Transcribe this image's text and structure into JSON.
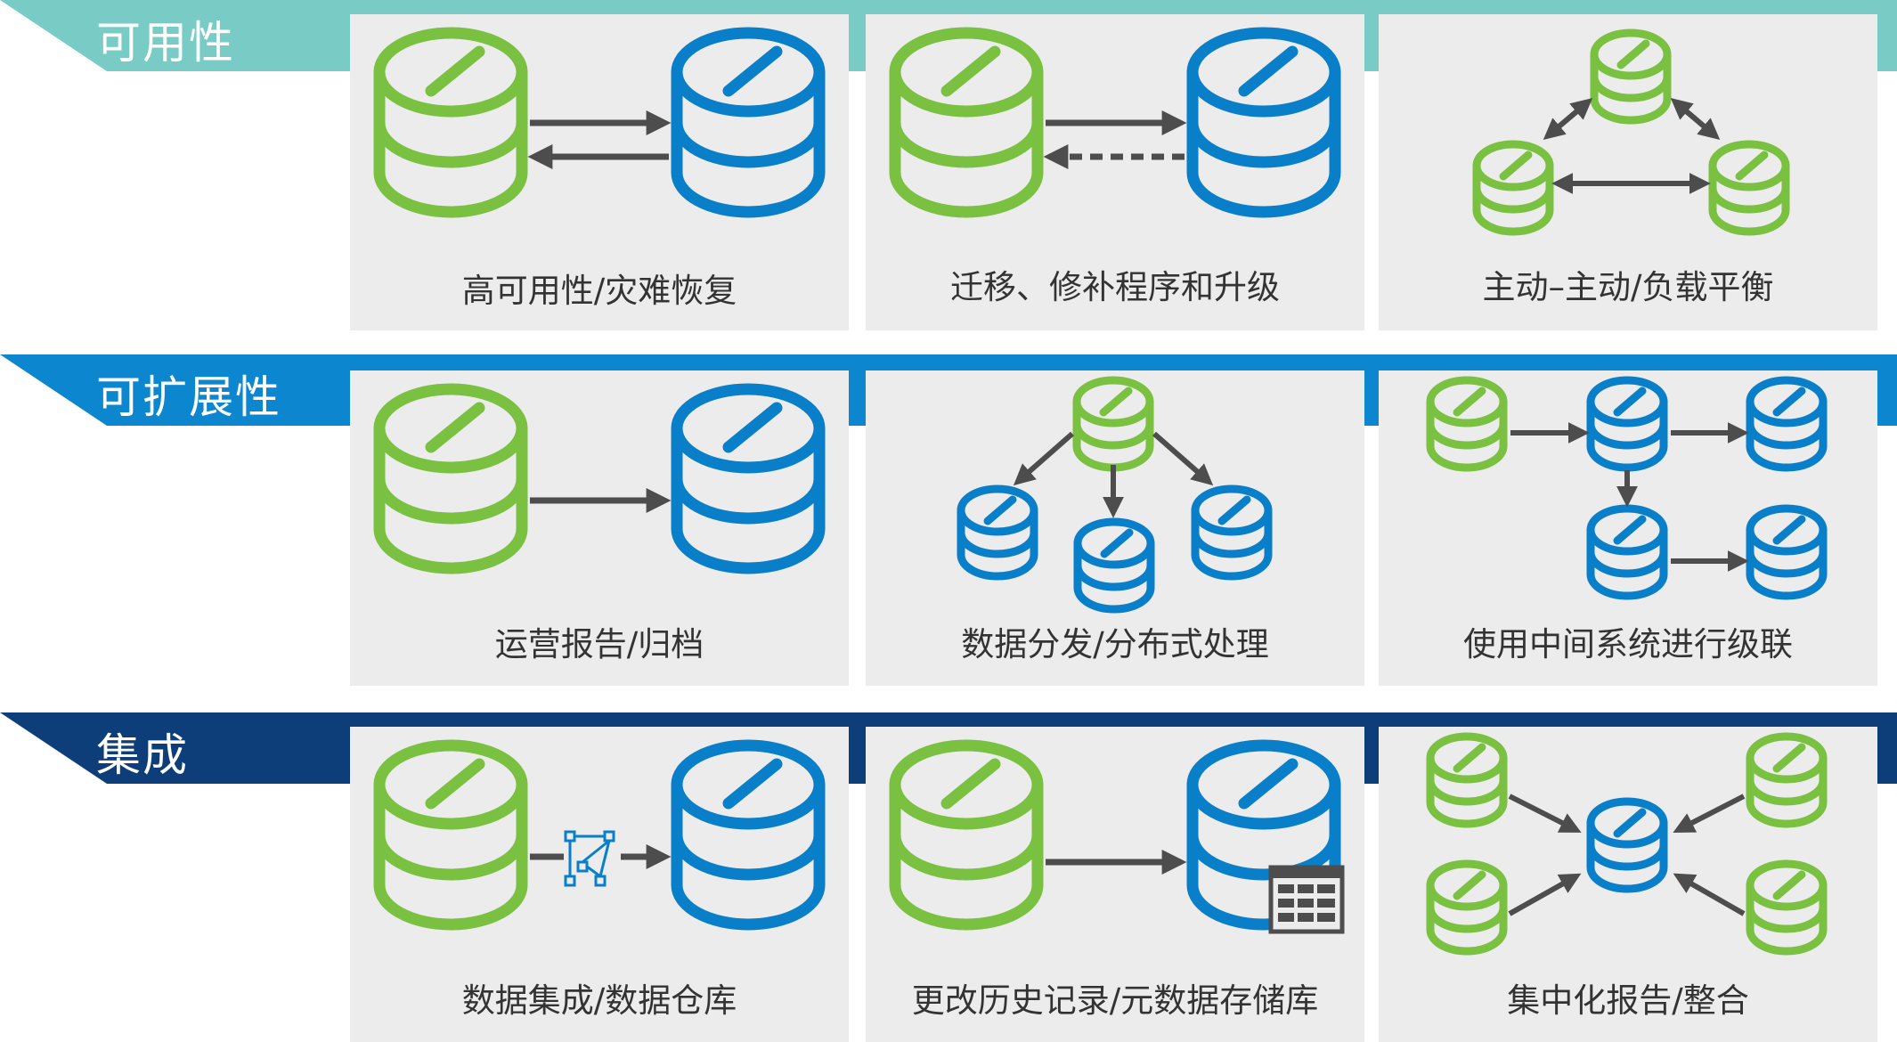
{
  "colors": {
    "availability": "#79ccc6",
    "scalability": "#0c86cf",
    "integration": "#0d3e7a",
    "green": "#7ac142",
    "blue": "#0a7fc9",
    "arrow": "#4d4d4d",
    "card_bg": "#ececec",
    "caption": "#333333"
  },
  "sections": [
    {
      "title": "可用性",
      "cards": [
        {
          "caption": "高可用性/灾难恢复",
          "icon": "two-way-replication"
        },
        {
          "caption": "迁移、修补程序和升级",
          "icon": "one-way-replication"
        },
        {
          "caption": "主动–主动/负载平衡",
          "icon": "peer-to-peer-triangle"
        }
      ]
    },
    {
      "title": "可扩展性",
      "cards": [
        {
          "caption": "运营报告/归档",
          "icon": "single-target"
        },
        {
          "caption": "数据分发/分布式处理",
          "icon": "broadcast"
        },
        {
          "caption": "使用中间系统进行级联",
          "icon": "cascade"
        }
      ]
    },
    {
      "title": "集成",
      "cards": [
        {
          "caption": "数据集成/数据仓库",
          "icon": "etl-transform"
        },
        {
          "caption": "更改历史记录/元数据存储库",
          "icon": "history-table"
        },
        {
          "caption": "集中化报告/整合",
          "icon": "consolidation"
        }
      ]
    }
  ]
}
